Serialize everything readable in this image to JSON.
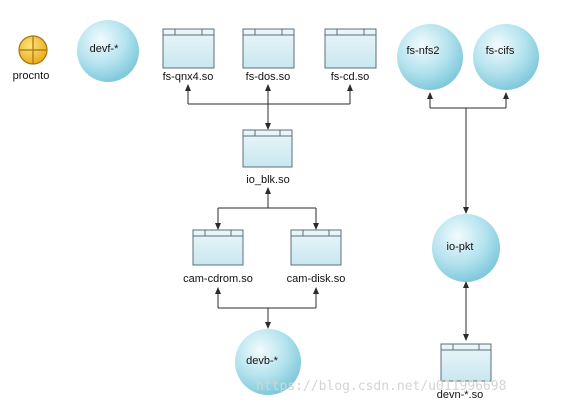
{
  "nodes": {
    "procnto": "procnto",
    "devf": "devf-*",
    "fs_qnx4": "fs-qnx4.so",
    "fs_dos": "fs-dos.so",
    "fs_cd": "fs-cd.so",
    "fs_nfs2": "fs-nfs2",
    "fs_cifs": "fs-cifs",
    "io_blk": "io_blk.so",
    "cam_cdrom": "cam-cdrom.so",
    "cam_disk": "cam-disk.so",
    "io_pkt": "io-pkt",
    "devb": "devb-*",
    "devn": "devn-*.so"
  },
  "watermark": "https://blog.csdn.net/u011996698",
  "colors": {
    "sphere_light": "#e6f7fb",
    "sphere_mid": "#a7dde9",
    "sphere_dark": "#72c0d4",
    "module_fill": "#d7eef5",
    "module_stroke": "#5c6f78",
    "procnto_fill": "#f5c53a",
    "procnto_stroke": "#a5760f"
  }
}
